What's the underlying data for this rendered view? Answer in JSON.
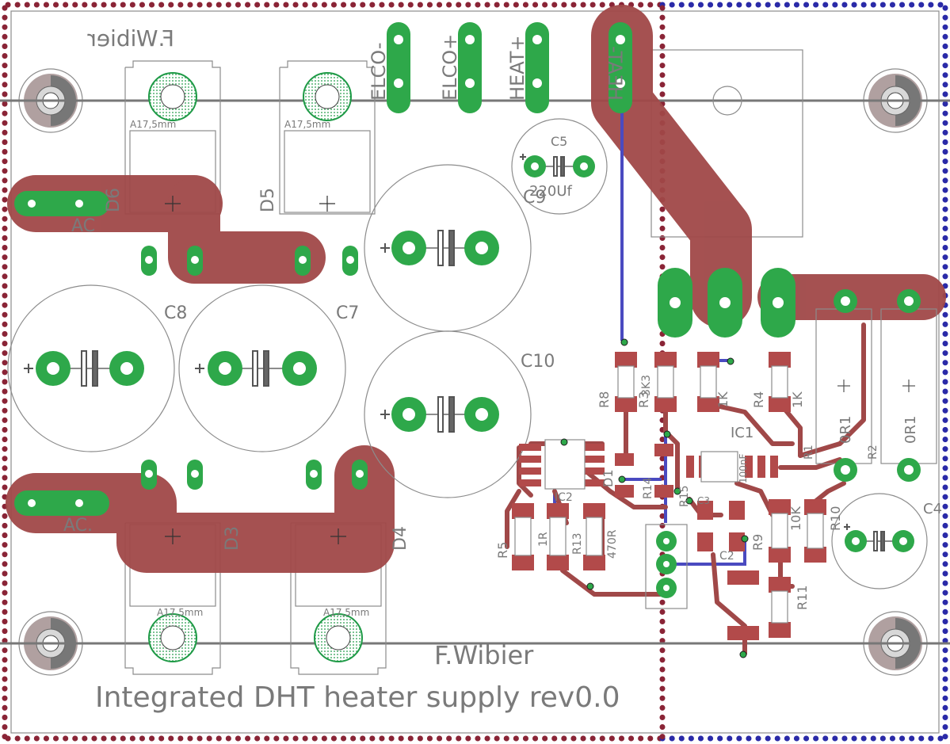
{
  "colors": {
    "background": "#ffffff",
    "top_copper": "#a04848",
    "bottom_copper": "#4a4ac0",
    "pad": "#2ea84a",
    "pad_hole": "#ffffff",
    "outline": "#8c8c8c",
    "text": "#7a7a7a",
    "smd_pad": "#b24a4a",
    "board_edge_dots_left": "#8a2436",
    "board_edge_dots_right": "#2a2aa8"
  },
  "title": {
    "author_mirrored": "F.Wibier",
    "author": "F.Wibier",
    "project": "Integrated DHT heater supply rev0.0"
  },
  "connectors": [
    "ELCO-",
    "ELCO+",
    "HEAT+",
    "HEAT-"
  ],
  "net_labels": {
    "ac1": "AC",
    "ac2": "AC."
  },
  "parts": {
    "C5": "C5",
    "C5_value": "220Uf",
    "C9": "C9",
    "C8": "C8",
    "C7": "C7",
    "C10": "C10",
    "C4": "C4",
    "D6": "D6",
    "D5": "D5",
    "D3": "D3",
    "D4": "D4",
    "D1": "D1",
    "IC1": "IC1",
    "IC2": "IC2",
    "C2": "C2",
    "C3": "C3",
    "R1": "R1",
    "R2": "R2",
    "R3": "R3",
    "R4": "R4",
    "R5": "R5",
    "R8": "R8",
    "R9": "R9",
    "R10": "R10",
    "R11": "R11",
    "R13": "R13",
    "R14": "R14",
    "R15": "R15",
    "val_0R1": "0R1",
    "val_1K": "1K",
    "val_3K3": "3K3",
    "val_10K": "10K",
    "val_470R": "470R",
    "val_1R": "1R",
    "val_100nF": "100nF",
    "heatsink_label": "A17,5mm"
  }
}
